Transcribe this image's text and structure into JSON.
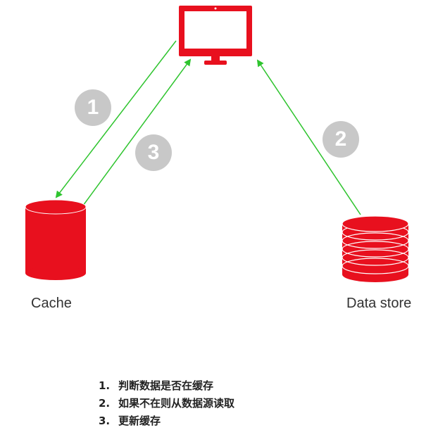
{
  "nodes": {
    "cache_label": "Cache",
    "store_label": "Data store"
  },
  "badges": {
    "one": "1",
    "two": "2",
    "three": "3"
  },
  "steps": [
    {
      "num": "1.",
      "text": "判断数据是否在缓存"
    },
    {
      "num": "2.",
      "text": "如果不在则从数据源读取"
    },
    {
      "num": "3.",
      "text": "更新缓存"
    }
  ],
  "colors": {
    "accent": "#e8101e",
    "arrow": "#2ec42e",
    "badge": "#c8c8c8"
  },
  "icons": {
    "client": "monitor-icon",
    "cache": "cylinder-database-icon",
    "store": "stacked-database-icon"
  }
}
